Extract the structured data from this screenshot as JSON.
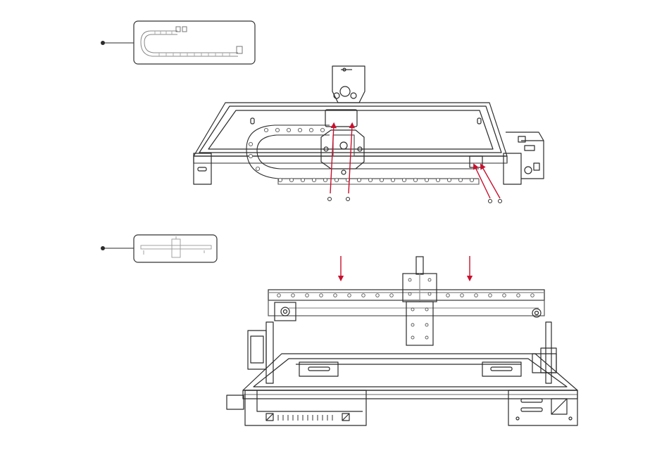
{
  "page": {
    "background": "#ffffff"
  },
  "colors": {
    "line": "#2b2b2b",
    "light_line": "#9a9a9a",
    "accent_red": "#c8102e",
    "callout_border": "#333333"
  },
  "steps": [
    {
      "callout": {
        "part": "cable-chain",
        "icon": "cable-chain-icon"
      },
      "arrows": 4,
      "screws": 4
    },
    {
      "callout": {
        "part": "x-axis-beam",
        "icon": "x-axis-beam-icon"
      },
      "arrows": 2
    }
  ]
}
